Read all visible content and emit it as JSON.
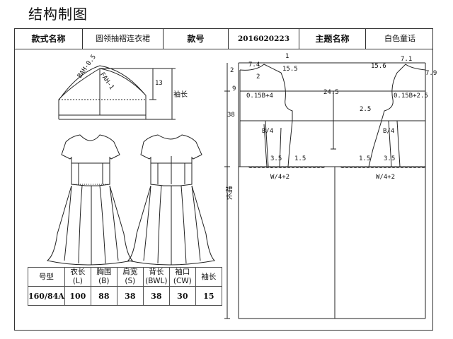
{
  "title": "结构制图",
  "header": {
    "style_name_label": "款式名称",
    "style_name_value": "圆领抽褶连衣裙",
    "style_no_label": "款号",
    "style_no_value": "2016020223",
    "theme_label": "主题名称",
    "theme_value": "白色童话"
  },
  "sleeve": {
    "back_ah_label": "BAH-0.5",
    "front_ah_label": "FAH-1",
    "cap_height": "13",
    "sleeve_length_label": "袖长"
  },
  "bodice": {
    "dim_7_4": "7.4",
    "dim_2": "2",
    "dim_15_5": "15.5",
    "dim_1": "1",
    "dim_2b": "2",
    "dim_9": "9",
    "dim_0_15b_4": "0.15B+4",
    "dim_24_5": "24.5",
    "dim_38": "38",
    "dim_b4": "B/4",
    "dim_3_5_left": "3.5",
    "dim_1_5_left": "1.5",
    "dim_w4_2_left": "W/4+2",
    "dim_7_1": "7.1",
    "dim_7_9": "7.9",
    "dim_15_6": "15.6",
    "dim_0_15b_2_5": "0.15B+2.5",
    "dim_2_5": "2.5",
    "dim_b4_2": "B/4",
    "dim_1_5_right": "1.5",
    "dim_3_5_right": "3.5",
    "dim_w4_2_right": "W/4+2",
    "skirt_length_label": "裙长"
  },
  "spec_table": {
    "headers": [
      {
        "cn": "号型",
        "en": ""
      },
      {
        "cn": "衣长",
        "en": "(L)"
      },
      {
        "cn": "胸围",
        "en": "(B)"
      },
      {
        "cn": "肩宽",
        "en": "(S)"
      },
      {
        "cn": "背长",
        "en": "(BWL)"
      },
      {
        "cn": "袖口",
        "en": "(CW)"
      },
      {
        "cn": "袖长",
        "en": ""
      }
    ],
    "row": [
      "160/84A",
      "100",
      "88",
      "38",
      "38",
      "30",
      "15"
    ]
  }
}
